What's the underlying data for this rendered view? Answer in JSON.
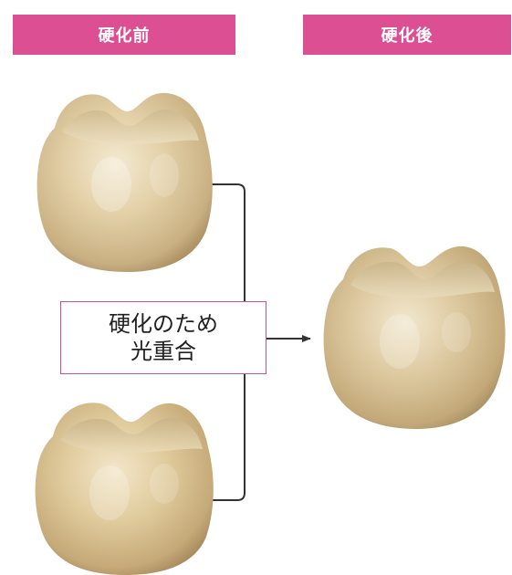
{
  "headers": {
    "before": "硬化前",
    "after": "硬化後"
  },
  "process": {
    "line1": "硬化のため",
    "line2": "光重合"
  },
  "colors": {
    "accent": "#dd4f93",
    "box_border": "#d14f90",
    "connector": "#333333",
    "tooth_base": "#dcc69a",
    "tooth_highlight": "#f4ead2",
    "tooth_shadow": "#b89e70"
  },
  "images": {
    "before_top": "tooth-crown-before-1",
    "before_bottom": "tooth-crown-before-2",
    "after": "tooth-crown-after"
  }
}
